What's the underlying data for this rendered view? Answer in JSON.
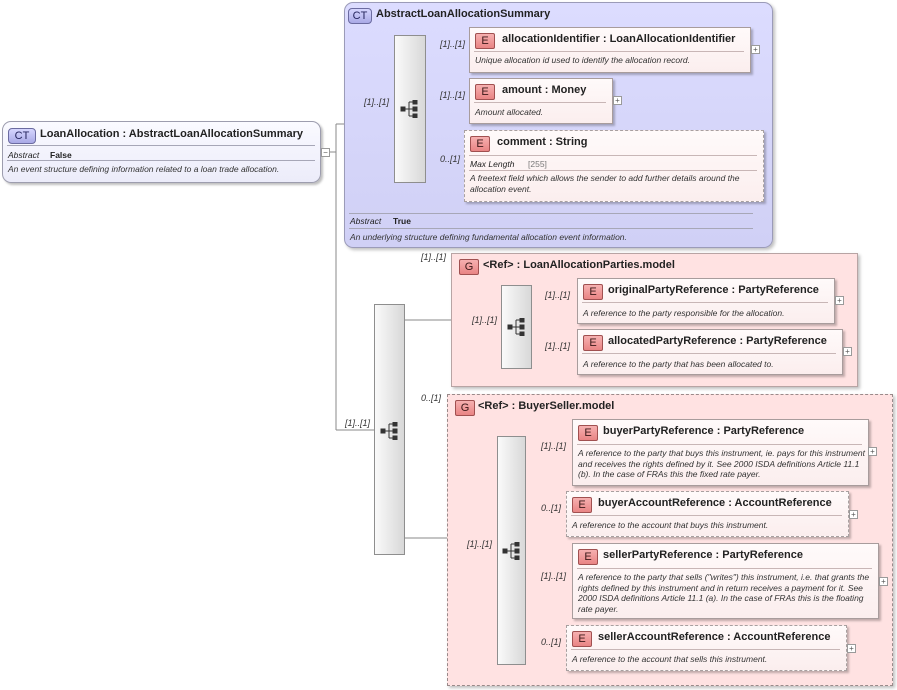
{
  "root": {
    "badge": "CT",
    "title": "LoanAllocation : AbstractLoanAllocationSummary",
    "abstract_label": "Abstract",
    "abstract_value": "False",
    "description": "An event structure defining information related to a loan trade allocation."
  },
  "summary": {
    "badge": "CT",
    "title": "AbstractLoanAllocationSummary",
    "cardinality": "[1]..[1]",
    "abstract_label": "Abstract",
    "abstract_value": "True",
    "description": "An underlying structure defining fundamental allocation event information.",
    "elements": [
      {
        "badge": "E",
        "cardinality": "[1]..[1]",
        "title": "allocationIdentifier : LoanAllocationIdentifier",
        "description": "Unique allocation id used to identify the allocation record."
      },
      {
        "badge": "E",
        "cardinality": "[1]..[1]",
        "title": "amount   : Money",
        "description": "Amount allocated."
      },
      {
        "badge": "E",
        "cardinality": "0..[1]",
        "title": "comment : String",
        "facet_label": "Max Length",
        "facet_value": "[255]",
        "description": "A freetext field which allows the sender to add further details around the allocation event."
      }
    ]
  },
  "sequence2": {
    "cardinality": "[1]..[1]"
  },
  "parties_group": {
    "badge": "G",
    "cardinality": "[1]..[1]",
    "title": "<Ref>      : LoanAllocationParties.model",
    "inner_cardinality": "[1]..[1]",
    "elements": [
      {
        "badge": "E",
        "cardinality": "[1]..[1]",
        "title": "originalPartyReference : PartyReference",
        "description": "A reference to the party responsible for the allocation."
      },
      {
        "badge": "E",
        "cardinality": "[1]..[1]",
        "title": "allocatedPartyReference : PartyReference",
        "description": "A reference to the party that has been allocated to."
      }
    ]
  },
  "buyer_group": {
    "badge": "G",
    "cardinality": "0..[1]",
    "title": "<Ref>      : BuyerSeller.model",
    "inner_cardinality": "[1]..[1]",
    "elements": [
      {
        "badge": "E",
        "cardinality": "[1]..[1]",
        "title": "buyerPartyReference : PartyReference",
        "description": "A reference to the party that buys this instrument, ie. pays for this instrument and receives the rights defined by it. See 2000 ISDA definitions Article 11.1 (b). In the case of FRAs this the fixed rate payer."
      },
      {
        "badge": "E",
        "cardinality": "0..[1]",
        "title": "buyerAccountReference : AccountReference",
        "description": "A reference to the account that buys this instrument."
      },
      {
        "badge": "E",
        "cardinality": "[1]..[1]",
        "title": "sellerPartyReference : PartyReference",
        "description": "A reference to the party that sells (\"writes\") this instrument, i.e. that grants the rights defined by this instrument and in return receives a payment for it. See 2000 ISDA definitions Article 11.1 (a). In the case of FRAs this is the floating rate payer."
      },
      {
        "badge": "E",
        "cardinality": "0..[1]",
        "title": "sellerAccountReference : AccountReference",
        "description": "A reference to the account that sells this instrument."
      }
    ]
  },
  "icons": {
    "sequence": "sequence-compositor-icon",
    "expand": "expand-plus-icon"
  },
  "colors": {
    "complex_type": "#d6d6fa",
    "group": "#ffe2e2",
    "element_badge": "#e98484",
    "ct_badge": "#a9a9e6"
  }
}
